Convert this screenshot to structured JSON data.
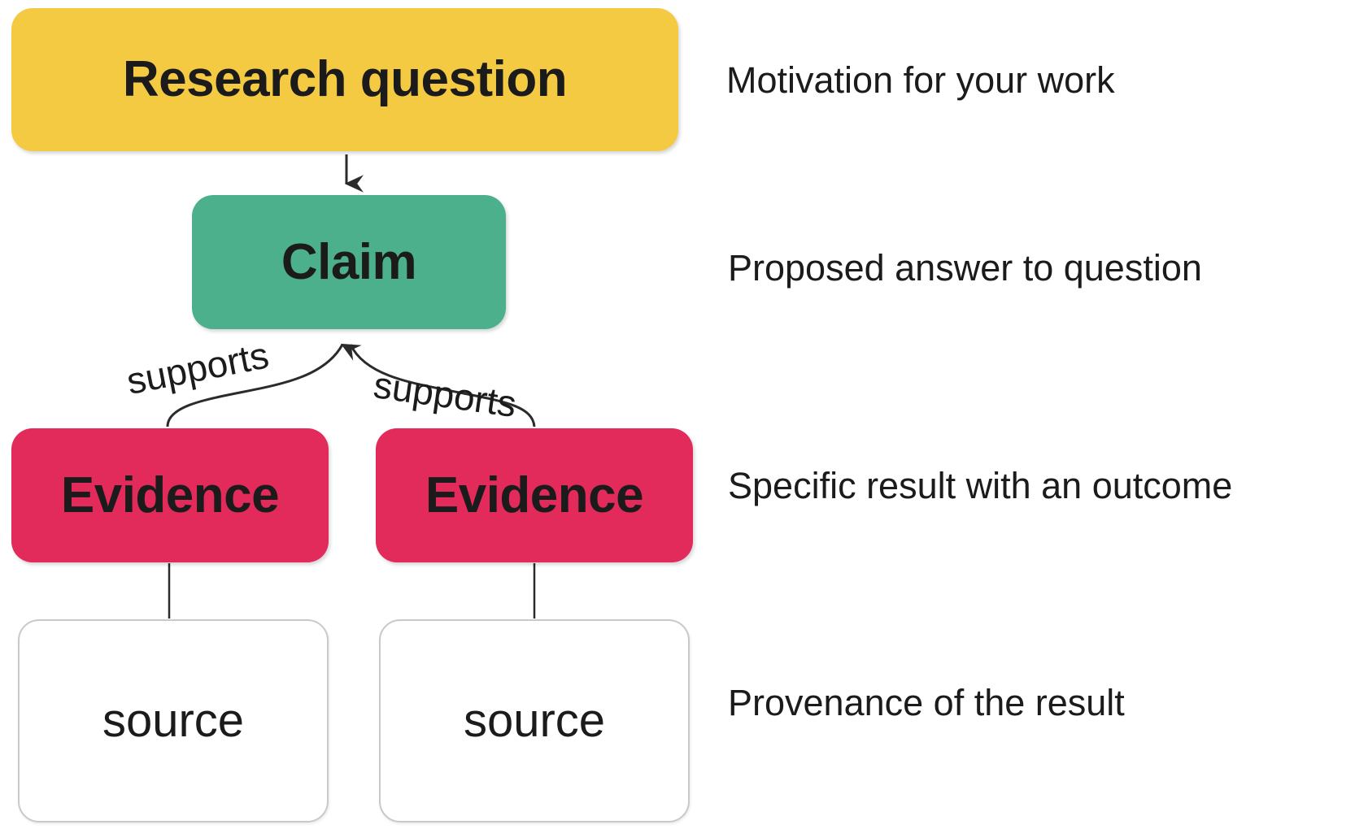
{
  "diagram": {
    "title": "Argument structure: research question, claim, evidence, source",
    "background": "#ffffff",
    "colors": {
      "research_question": "#f5ca43",
      "claim": "#4cb08c",
      "evidence": "#e22a5b",
      "source_fill": "#ffffff",
      "source_border": "#c9c9c9",
      "text": "#1b1b1b",
      "edge": "#2b2b2b"
    }
  },
  "nodes": {
    "research_question": {
      "label": "Research question",
      "kind": "question"
    },
    "claim": {
      "label": "Claim",
      "kind": "claim"
    },
    "evidence_1": {
      "label": "Evidence",
      "kind": "evidence"
    },
    "evidence_2": {
      "label": "Evidence",
      "kind": "evidence"
    },
    "source_1": {
      "label": "source",
      "kind": "source"
    },
    "source_2": {
      "label": "source",
      "kind": "source"
    }
  },
  "edge_labels": {
    "supports_1": "supports",
    "supports_2": "supports"
  },
  "annotations": {
    "research_question": "Motivation for your work",
    "claim": "Proposed answer to question",
    "evidence": "Specific result with an outcome",
    "source": "Provenance of the result"
  }
}
